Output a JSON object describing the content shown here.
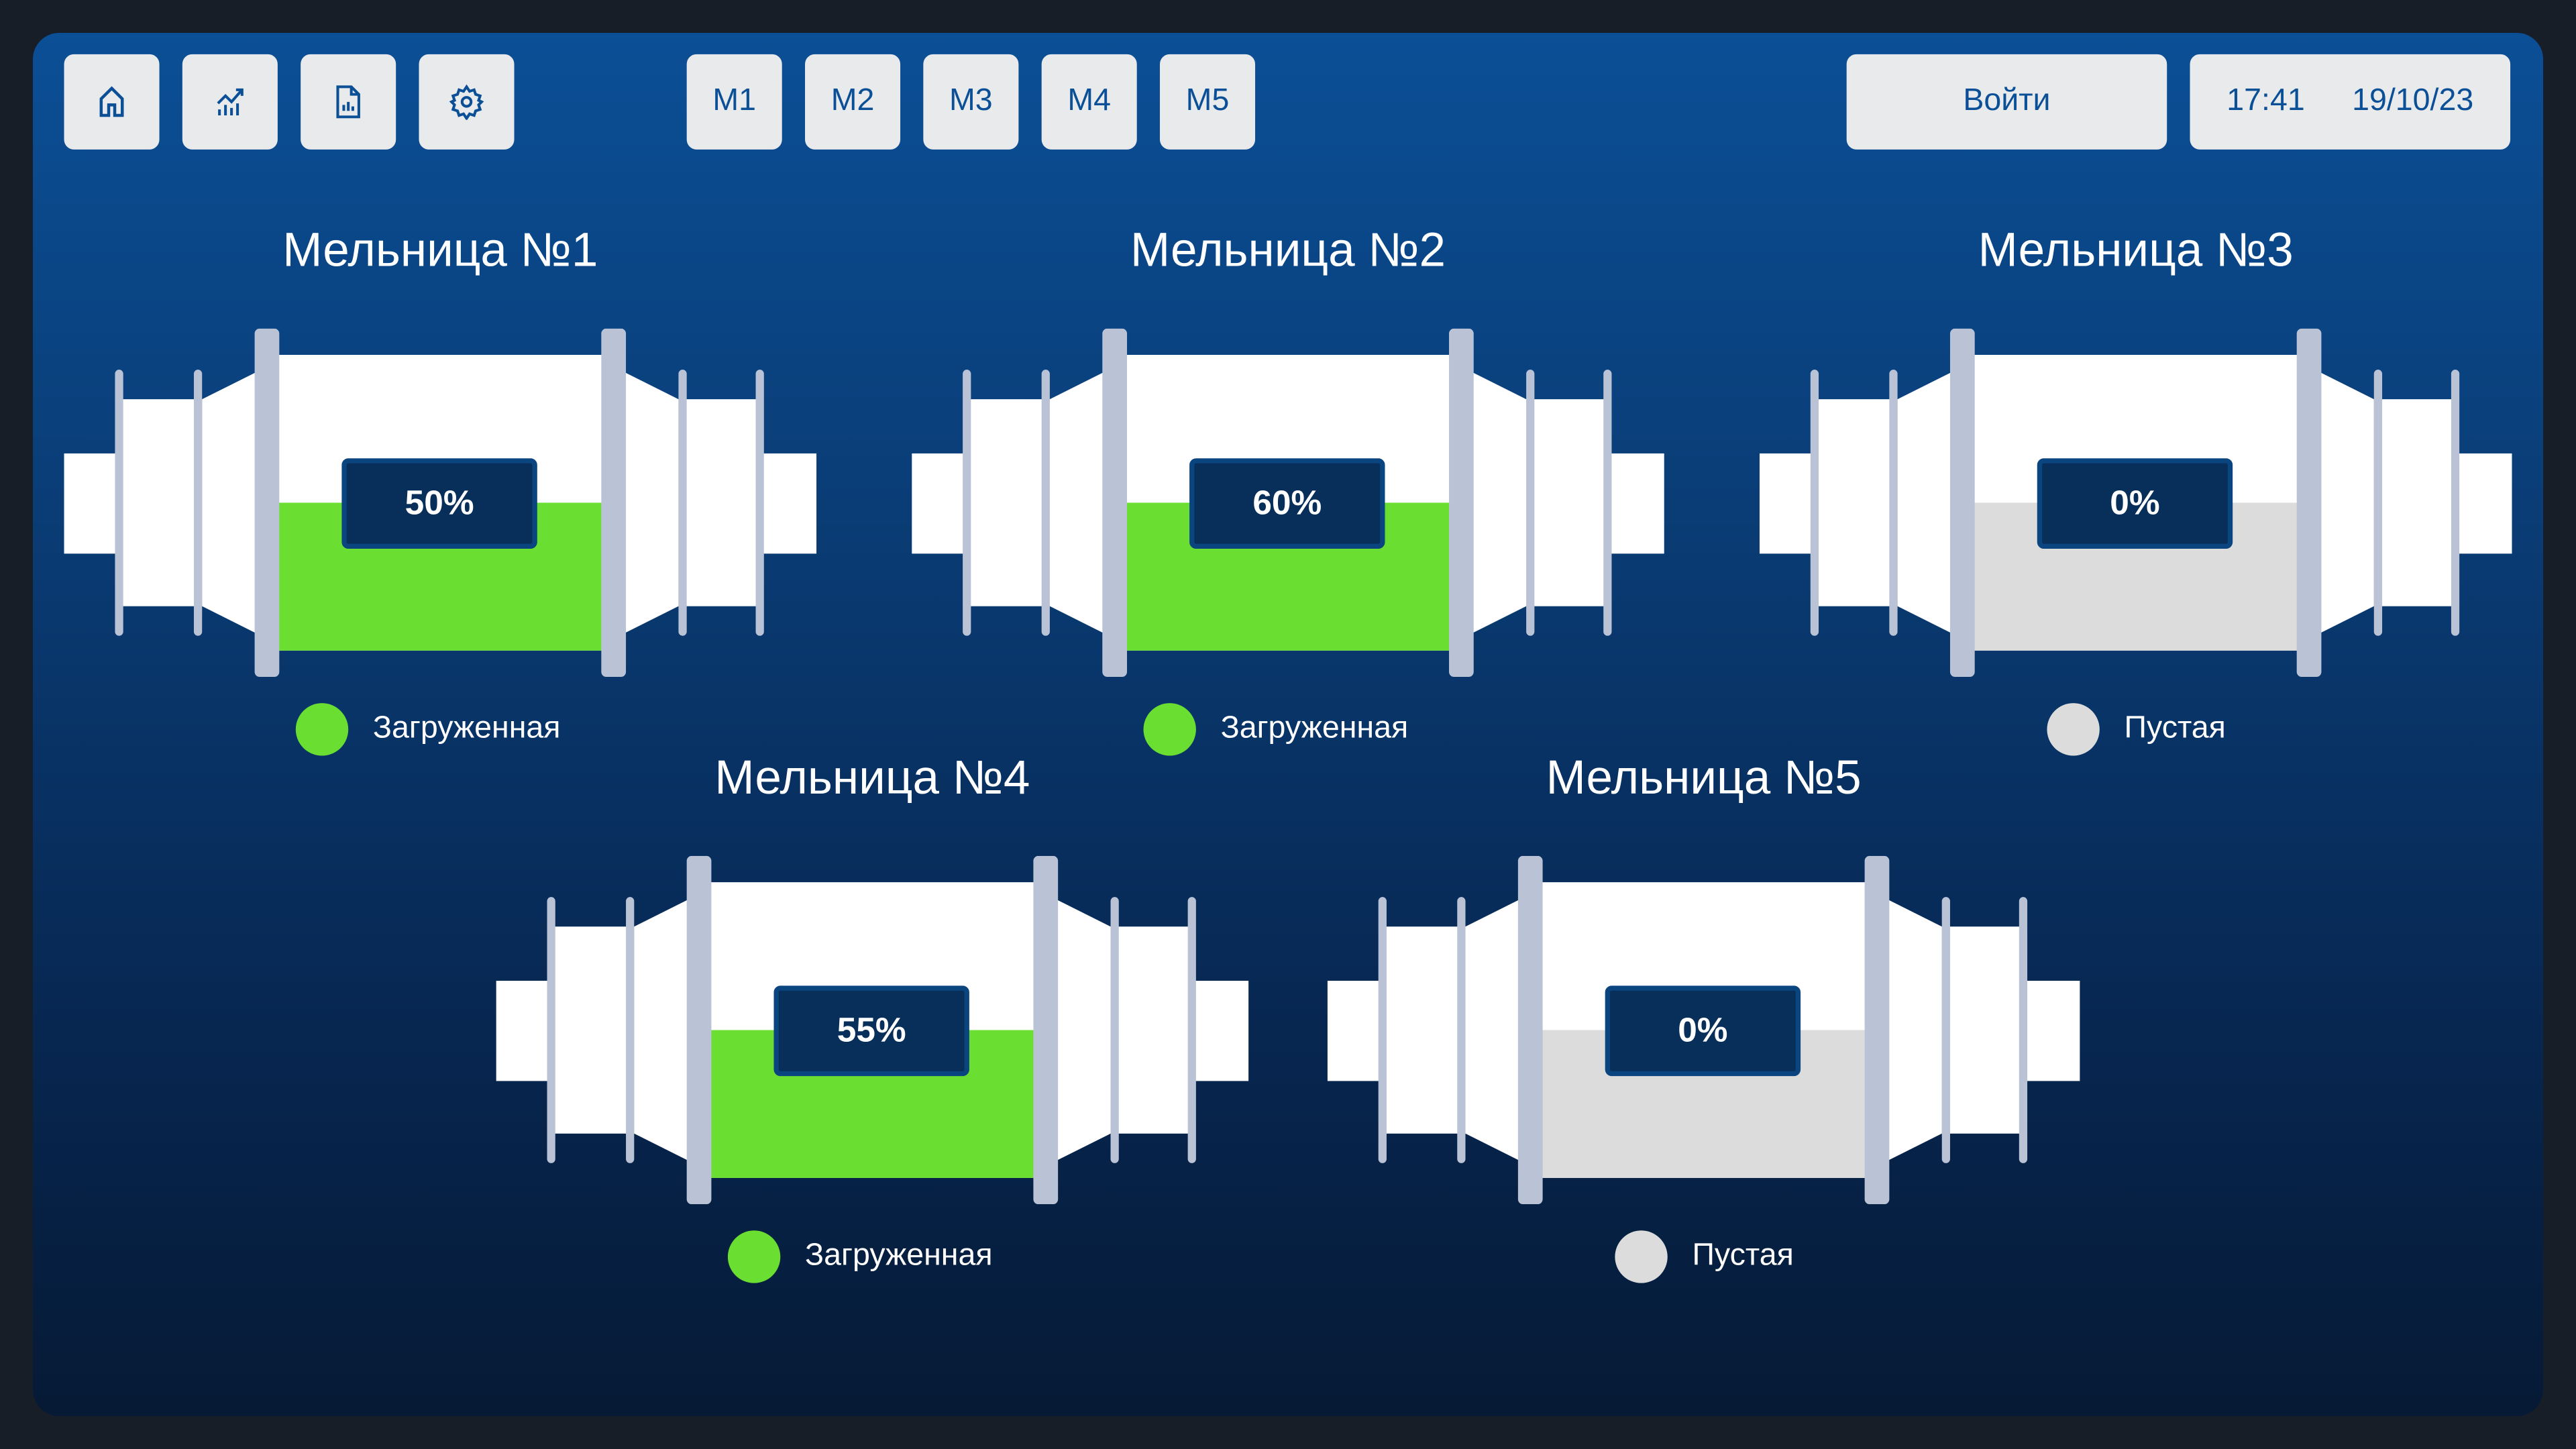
{
  "toolbar": {
    "icons": [
      "home-icon",
      "chart-icon",
      "report-icon",
      "gear-icon"
    ],
    "mill_tabs": [
      "M1",
      "M2",
      "M3",
      "M4",
      "M5"
    ],
    "login_label": "Войти",
    "time": "17:41",
    "date": "19/10/23"
  },
  "colors": {
    "loaded": "#6ade31",
    "empty": "#dcdcdc",
    "accent": "#0b4f96"
  },
  "mills": [
    {
      "title": "Мельница №1",
      "percent": "50%",
      "status": "Загруженная",
      "loaded": true
    },
    {
      "title": "Мельница №2",
      "percent": "60%",
      "status": "Загруженная",
      "loaded": true
    },
    {
      "title": "Мельница №3",
      "percent": "0%",
      "status": "Пустая",
      "loaded": false
    },
    {
      "title": "Мельница №4",
      "percent": "55%",
      "status": "Загруженная",
      "loaded": true
    },
    {
      "title": "Мельница №5",
      "percent": "0%",
      "status": "Пустая",
      "loaded": false
    }
  ]
}
